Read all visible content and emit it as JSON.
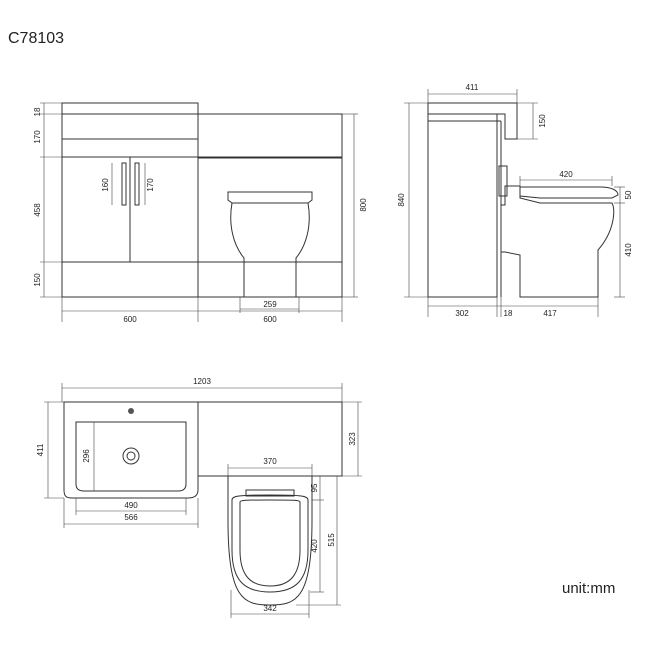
{
  "title": "C78103",
  "unit": "unit:mm",
  "front": {
    "h18": "18",
    "h170": "170",
    "h458": "458",
    "h150": "150",
    "handle_left": "160",
    "handle_right": "170",
    "overall_h": "800",
    "pan_w": "259",
    "w_left": "600",
    "w_right": "600"
  },
  "side": {
    "top_w": "411",
    "riser": "150",
    "seat_len": "420",
    "seat_h": "50",
    "pan_h": "410",
    "overall_h": "840",
    "d302": "302",
    "d18": "18",
    "d417": "417"
  },
  "plan": {
    "overall_w": "1203",
    "depth": "411",
    "basin_depth": "296",
    "basin_w": "490",
    "top_w": "566",
    "cab_depth": "323",
    "pan_w": "370",
    "seat_back": "95",
    "seat_len": "420",
    "projection": "515",
    "seat_w": "342"
  }
}
